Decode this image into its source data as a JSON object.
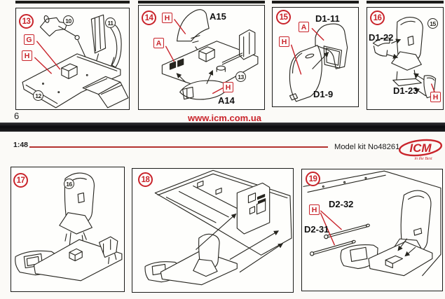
{
  "page": {
    "page_number": "6",
    "website_url": "www.icm.com.ua",
    "scale_label": "1:48",
    "kit_label": "Model kit No48261",
    "brand_name": "ICM",
    "brand_tagline": "in the Best"
  },
  "colors": {
    "accent_red": "#c9242b",
    "ink_black": "#26251f"
  },
  "steps": {
    "s13": {
      "badge": "13",
      "box_g": "G",
      "box_h": "H",
      "ref_10": "10",
      "ref_11": "11",
      "ref_12": "12"
    },
    "s14": {
      "badge": "14",
      "box_h_top": "H",
      "part_a15": "A15",
      "box_a": "A",
      "ref_13": "13",
      "box_h_bottom": "H",
      "part_a14": "A14"
    },
    "s15": {
      "badge": "15",
      "part_d1_11": "D1-11",
      "box_a": "A",
      "box_h": "H",
      "part_d1_9": "D1-9"
    },
    "s16": {
      "badge": "16",
      "ref_15": "15",
      "part_d1_22": "D1-22",
      "part_d1_23": "D1-23",
      "box_h": "H"
    },
    "s17": {
      "badge": "17",
      "ref_16": "16"
    },
    "s18": {
      "badge": "18"
    },
    "s19": {
      "badge": "19",
      "box_h": "H",
      "part_d2_32": "D2-32",
      "part_d2_31": "D2-31"
    }
  }
}
